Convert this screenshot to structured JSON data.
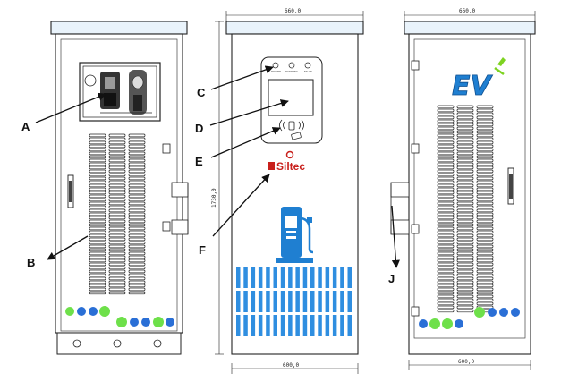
{
  "callouts": {
    "a": "A",
    "b": "B",
    "c": "C",
    "d": "D",
    "e": "E",
    "f": "F",
    "j": "J"
  },
  "dimensions": {
    "front_top_width": "660,0",
    "front_bottom_width": "600,0",
    "front_height": "1730,0",
    "right_top_width": "660,0",
    "right_bottom_width": "600,0"
  },
  "brand": {
    "name": "Siltec",
    "ev_logo": "EV"
  },
  "indicators": [
    "POWER",
    "RUNNING",
    "FAULT"
  ],
  "colors": {
    "outline": "#222222",
    "vent_blue": "#2f8ee0",
    "brand_red": "#c8201c",
    "led_green": "#6ee04a",
    "led_blue": "#2a6fd6",
    "logo_blue": "#1f7fd1",
    "logo_green": "#7ed321",
    "roof_blue": "#9fc6e6"
  },
  "icons": [
    "nfc-wave-icon",
    "card-reader-icon",
    "ev-plug-icon",
    "charging-station-icon",
    "emergency-stop-icon",
    "ev-logo-icon"
  ]
}
